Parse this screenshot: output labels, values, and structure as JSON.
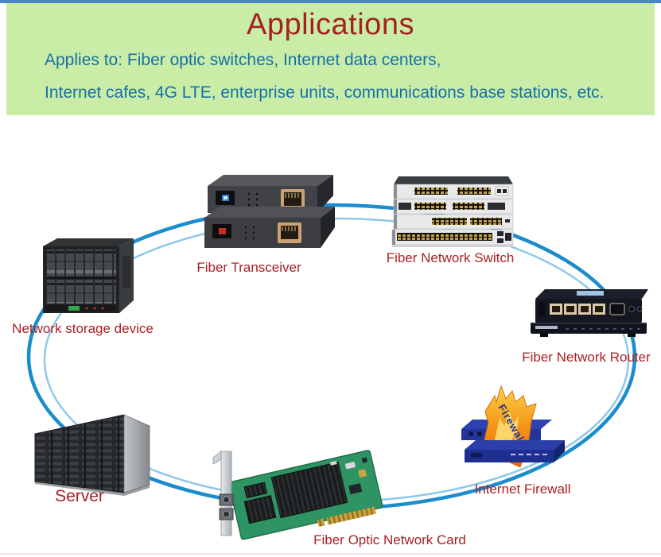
{
  "header": {
    "title": "Applications",
    "line1": "Applies to: Fiber optic switches, Internet data centers,",
    "line2": "Internet cafes, 4G LTE, enterprise units, communications base stations, etc."
  },
  "diagram": {
    "nodes": [
      {
        "id": "fiber-transceiver",
        "label": "Fiber Transceiver"
      },
      {
        "id": "fiber-network-switch",
        "label": "Fiber Network Switch"
      },
      {
        "id": "network-storage-device",
        "label": "Network storage device"
      },
      {
        "id": "fiber-network-router",
        "label": "Fiber Network Router"
      },
      {
        "id": "server",
        "label": "Server"
      },
      {
        "id": "internet-firewall",
        "label": "Internet Firewall"
      },
      {
        "id": "fiber-optic-network-card",
        "label": "Fiber Optic Network Card"
      }
    ],
    "firewall_text": "Firewall"
  },
  "colors": {
    "top_strip": "#4a86c8",
    "header_bg": "#c9eda6",
    "title_color": "#a81f22",
    "subtitle_color": "#1770a6",
    "label_color": "#a81f22",
    "ring_dark": "#1b8ccc",
    "ring_light": "#8ec9e8"
  }
}
